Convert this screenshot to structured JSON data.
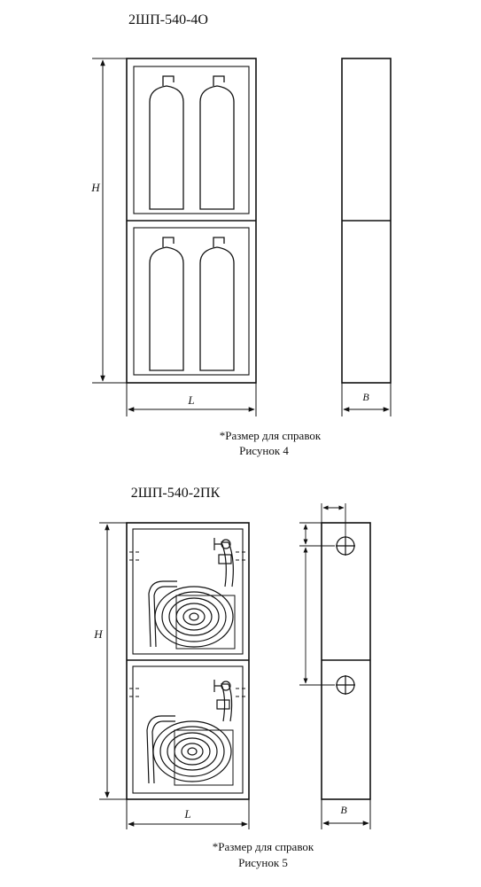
{
  "figure4": {
    "title": "2ШП-540-4О",
    "dim_height": "H",
    "dim_length": "L",
    "dim_width": "B",
    "note": "*Размер для справок",
    "caption": "Рисунок 4"
  },
  "figure5": {
    "title": "2ШП-540-2ПК",
    "dim_height": "H",
    "dim_length": "L",
    "dim_width": "B",
    "note": "*Размер для справок",
    "caption": "Рисунок 5"
  }
}
